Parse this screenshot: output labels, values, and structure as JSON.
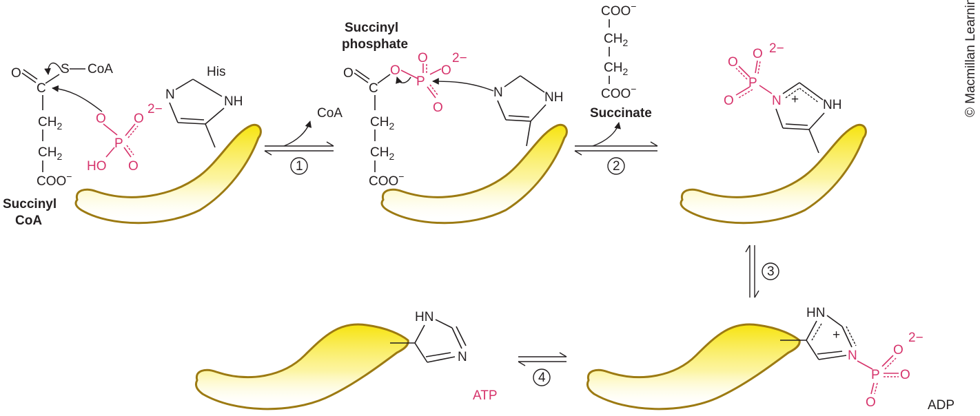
{
  "labels": {
    "succinyl_coa_line1": "Succinyl",
    "succinyl_coa_line2": "CoA",
    "succinyl_phosphate_line1": "Succinyl",
    "succinyl_phosphate_line2": "phosphate",
    "succinate": "Succinate",
    "his": "His",
    "coa_released": "CoA",
    "atp": "ATP",
    "adp": "ADP",
    "copyright": "© Macmillan Learning"
  },
  "steps": [
    "1",
    "2",
    "3",
    "4"
  ],
  "atoms": {
    "O": "O",
    "C": "C",
    "S": "S",
    "CoA": "CoA",
    "P": "P",
    "HO": "HO",
    "N": "N",
    "NH": "NH",
    "HN": "HN",
    "CH": "CH",
    "sub2": "2",
    "COO": "COO",
    "minus": "−",
    "charge2minus": "2−",
    "plus": "+"
  },
  "colors": {
    "phosphate": "#d6336b",
    "protein_fill": "#f6e200",
    "protein_outline": "#9c7a12",
    "ink": "#231f20"
  }
}
